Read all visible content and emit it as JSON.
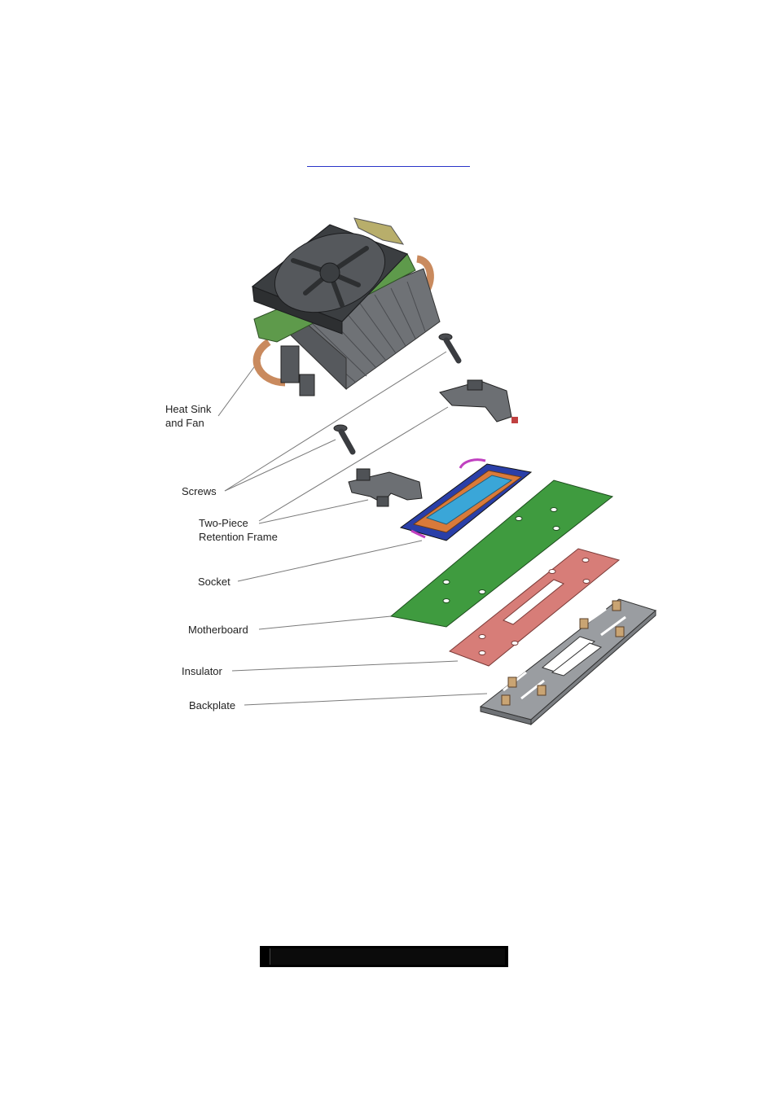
{
  "labels": {
    "heat_sink_line1": "Heat Sink",
    "heat_sink_line2": "and Fan",
    "screws": "Screws",
    "retention_line1": "Two-Piece",
    "retention_line2": "Retention Frame",
    "socket": "Socket",
    "motherboard": "Motherboard",
    "insulator": "Insulator",
    "backplate": "Backplate"
  },
  "colors": {
    "fan_body": "#3b3e41",
    "fan_shroud_green": "#5e9a4b",
    "heatsink_fins": "#6f7276",
    "heatpipe_copper": "#c98a5e",
    "socket_blue": "#2a3fa8",
    "socket_orange": "#d97a3a",
    "socket_center": "#3aa6d8",
    "motherboard_green": "#3f9b3f",
    "insulator_pink": "#d77d78",
    "backplate_gray": "#9a9da1",
    "leader_line": "#7a7a7a",
    "link_rule": "#2a35c8"
  }
}
